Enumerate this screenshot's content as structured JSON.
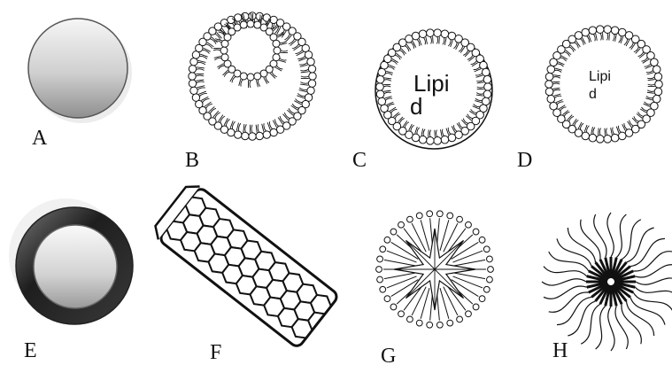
{
  "panels": [
    {
      "label": "A"
    },
    {
      "label": "B"
    },
    {
      "label": "C",
      "text_lines": [
        "Lipi",
        "d"
      ]
    },
    {
      "label": "D",
      "text_lines": [
        "Lipi",
        "d"
      ]
    },
    {
      "label": "E"
    },
    {
      "label": "F"
    },
    {
      "label": "G"
    },
    {
      "label": "H"
    }
  ]
}
